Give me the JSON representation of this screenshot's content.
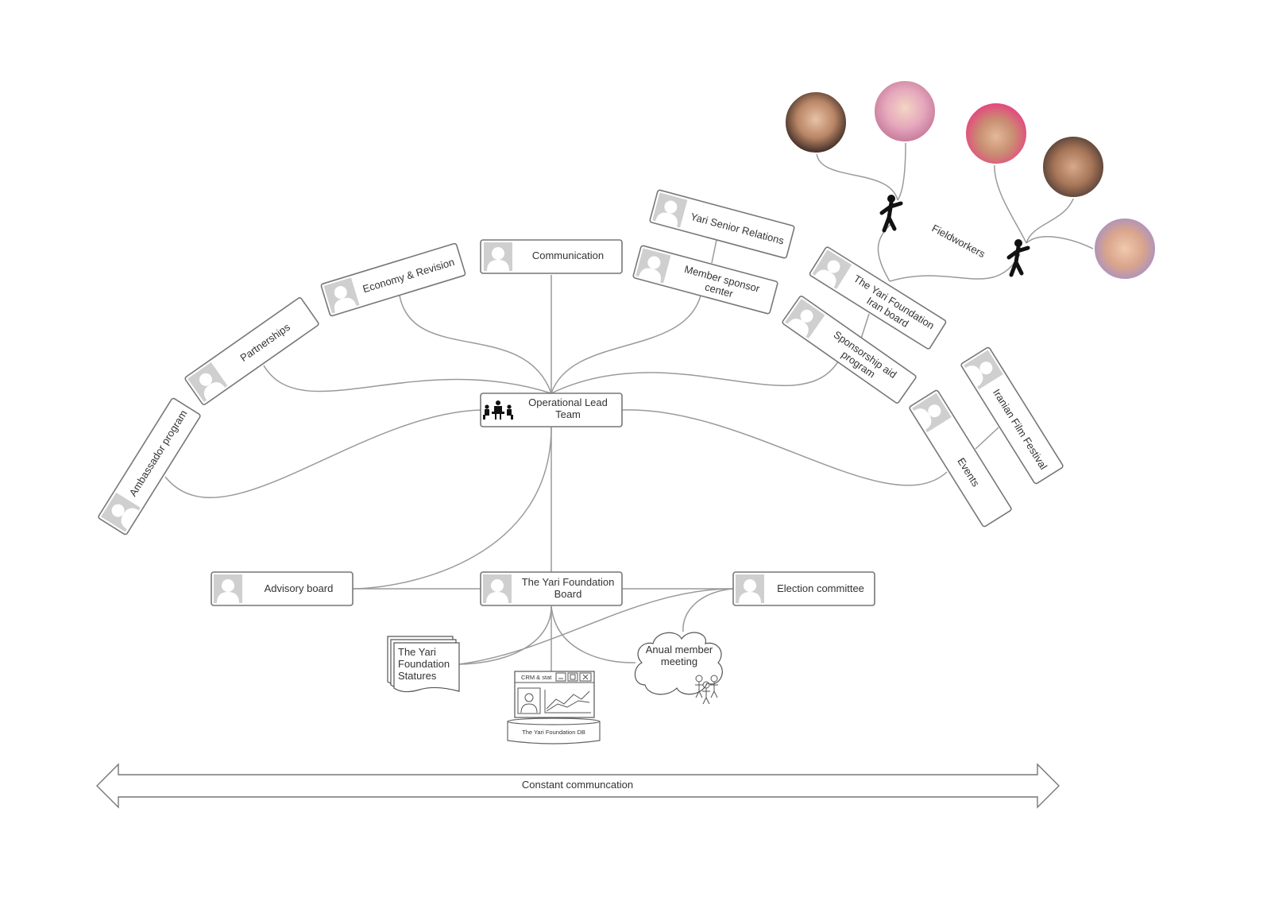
{
  "nodes": {
    "operational_lead_team": [
      "Operational Lead",
      "Team"
    ],
    "communication": [
      "Communication"
    ],
    "economy_revision": [
      "Economy & Revision"
    ],
    "partnerships": [
      "Partnerships"
    ],
    "ambassador_program": [
      "Ambassador program"
    ],
    "yari_senior_relations": [
      "Yari Senior Relations"
    ],
    "member_sponsor_center": [
      "Member sponsor",
      "center"
    ],
    "iran_board": [
      "The Yari Foundation",
      "Iran board"
    ],
    "sponsorship_aid_program": [
      "Sponsorship aid",
      "program"
    ],
    "iranian_film_festival": [
      "Iranian Film Festival"
    ],
    "events": [
      "Events"
    ],
    "advisory_board": [
      "Advisory board"
    ],
    "foundation_board": [
      "The Yari Foundation",
      "Board"
    ],
    "election_committee": [
      "Election committee"
    ],
    "statures": [
      "The Yari",
      "Foundation",
      "Statures"
    ],
    "crm_window_title": "CRM & stat",
    "database": "The Yari Foundation DB",
    "annual_meeting": [
      "Anual member",
      "meeting"
    ]
  },
  "fieldworkers_label": "Fieldworkers",
  "arrow_label": "Constant communcation",
  "colors": {
    "box_stroke": "#777777",
    "edge": "#9a9a9a",
    "avatar": "#cfcfcf"
  }
}
